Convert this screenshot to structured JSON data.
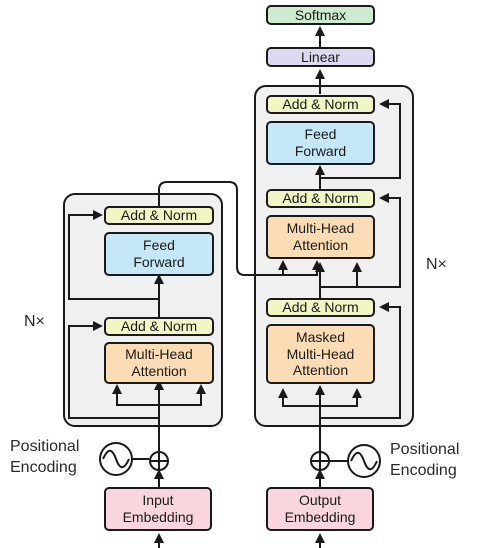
{
  "encoder": {
    "add_norm_top": "Add & Norm",
    "feed_forward": [
      "Feed",
      "Forward"
    ],
    "add_norm_bottom": "Add & Norm",
    "attention": [
      "Multi-Head",
      "Attention"
    ],
    "repeat_label": "N×",
    "positional_encoding": [
      "Positional",
      "Encoding"
    ],
    "input_embedding": [
      "Input",
      "Embedding"
    ]
  },
  "decoder": {
    "softmax": "Softmax",
    "linear": "Linear",
    "add_norm_top": "Add & Norm",
    "feed_forward": [
      "Feed",
      "Forward"
    ],
    "add_norm_middle": "Add & Norm",
    "cross_attention": [
      "Multi-Head",
      "Attention"
    ],
    "add_norm_bottom": "Add & Norm",
    "masked_attention": [
      "Masked",
      "Multi-Head",
      "Attention"
    ],
    "repeat_label": "N×",
    "positional_encoding": [
      "Positional",
      "Encoding"
    ],
    "output_embedding": [
      "Output",
      "Embedding"
    ]
  },
  "colors": {
    "add_norm": "#f2f5c4",
    "feed_forward": "#c6e7f7",
    "attention": "#fcdcb4",
    "embedding": "#f9d6dd",
    "linear": "#dcd9f0",
    "softmax": "#cdeccf",
    "stack_background": "#f0f0f0"
  }
}
